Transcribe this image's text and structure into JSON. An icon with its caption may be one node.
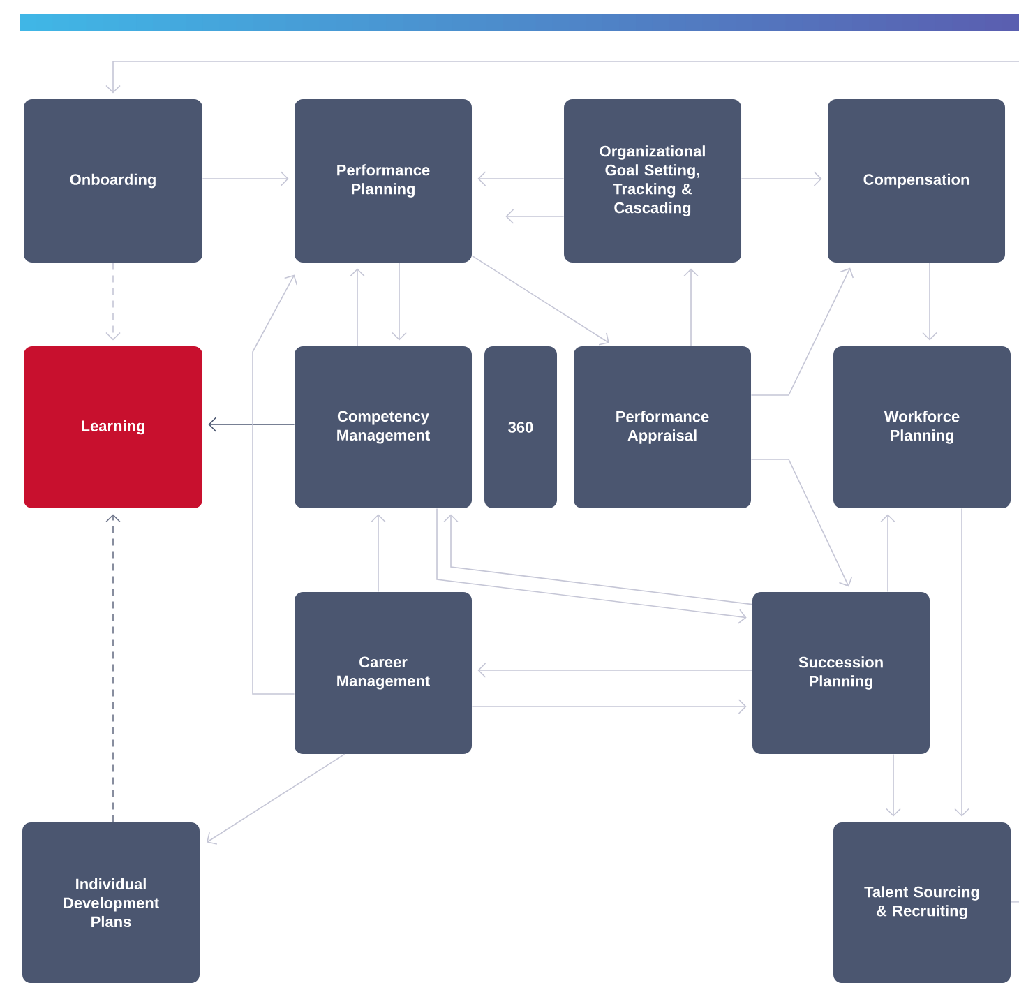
{
  "diagram": {
    "nodes": [
      {
        "text": [
          "Onboarding"
        ]
      },
      {
        "text": [
          "Performance Planning"
        ]
      },
      {
        "text": [
          "Organizational Goal Setting, Tracking & Cascading"
        ]
      },
      {
        "text": [
          "Compensation"
        ]
      },
      {
        "text": [
          "Learning"
        ]
      },
      {
        "text": [
          "Competency Management"
        ]
      },
      {
        "text": [
          "360"
        ]
      },
      {
        "text": [
          "Performance Appraisal"
        ]
      },
      {
        "text": [
          "Workforce Planning"
        ]
      },
      {
        "text": [
          "Career Management"
        ]
      },
      {
        "text": [
          "Succession Planning"
        ]
      },
      {
        "text": [
          "Individual Development Plans"
        ]
      },
      {
        "text": [
          "Talent Sourcing & Recruiting"
        ]
      }
    ],
    "edges": [
      {
        "from": null,
        "to": 0,
        "arrow": "to"
      },
      {
        "from": 0,
        "to": 4,
        "arrow": "to",
        "style": "dashed"
      },
      {
        "from": 0,
        "to": 1,
        "arrow": "to"
      },
      {
        "from": 2,
        "to": 1,
        "arrow": "to"
      },
      {
        "from": 2,
        "to": 1,
        "arrow": "to"
      },
      {
        "from": 2,
        "to": 3,
        "arrow": "to"
      },
      {
        "from": 1,
        "to": 7,
        "arrow": "to"
      },
      {
        "from": 5,
        "to": 1,
        "arrow": "to"
      },
      {
        "from": 1,
        "to": 5,
        "arrow": "to"
      },
      {
        "from": 7,
        "to": 2,
        "arrow": "to"
      },
      {
        "from": 7,
        "to": 3,
        "arrow": "to"
      },
      {
        "from": 3,
        "to": 8,
        "arrow": "to"
      },
      {
        "from": 5,
        "to": 4,
        "arrow": "to",
        "color": "#4b5670"
      },
      {
        "from": 7,
        "to": 10,
        "arrow": "to"
      },
      {
        "from": 10,
        "to": 8,
        "arrow": "to"
      },
      {
        "from": 8,
        "to": 12,
        "arrow": "to"
      },
      {
        "from": 10,
        "to": 12,
        "arrow": "to"
      },
      {
        "from": 9,
        "to": 5,
        "arrow": "to"
      },
      {
        "from": 10,
        "to": 5,
        "arrow": "to"
      },
      {
        "from": 5,
        "to": 10,
        "arrow": "to"
      },
      {
        "from": 10,
        "to": 9,
        "arrow": "to"
      },
      {
        "from": 9,
        "to": 10,
        "arrow": "to"
      },
      {
        "from": 9,
        "to": 1,
        "arrow": "to"
      },
      {
        "from": 9,
        "to": 11,
        "arrow": "to"
      },
      {
        "from": 11,
        "to": 4,
        "arrow": "to",
        "style": "dashed",
        "color": "#6b7288"
      },
      {
        "from": 12,
        "to": null,
        "arrow": "none"
      }
    ]
  }
}
